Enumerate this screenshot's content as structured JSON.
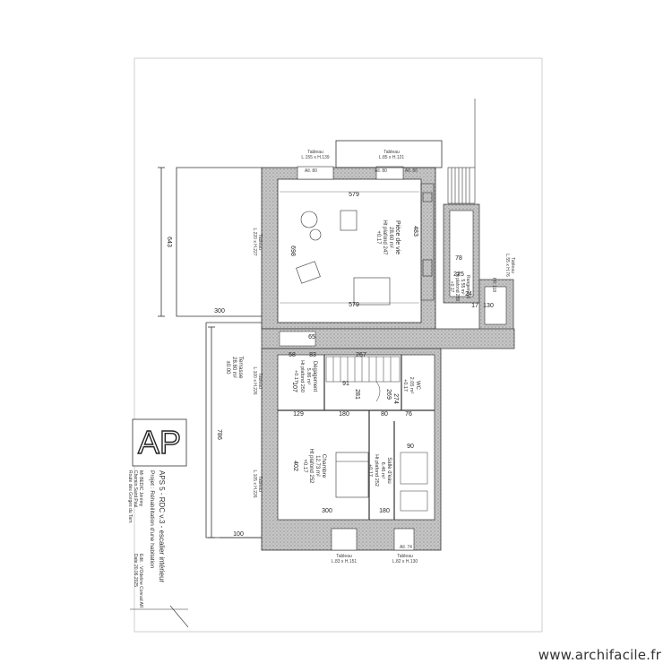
{
  "title_block": {
    "logo": "AP",
    "line1": "APS 5 - RDC v.3 - escalier intérieur",
    "line2": "Projet : Réhabilitation d'une habitation",
    "client1": "Mr BEDIC Jérémy",
    "client2": "Chemin Saint Paul",
    "client3": "Route des Gorges du Tarn",
    "edit": "Edit. : VOdeline Conrad AR",
    "date": "Date 20.06.2025"
  },
  "rooms": {
    "piece": [
      "Pièce de vie",
      "28.60 m²",
      "Ht plafond 247",
      "+0.17"
    ],
    "terrasse": [
      "Terrasse",
      "28.80 m²",
      "±0.00"
    ],
    "degagement": [
      "Dégagement",
      "5.86 m²",
      "Ht plafond 250",
      "+0.17"
    ],
    "wc": [
      "WC",
      "2.05 m²",
      "+0.17"
    ],
    "chambre": [
      "Chambre",
      "12.73 m²",
      "Ht plafond 252",
      "+0.17"
    ],
    "sde": [
      "Salle d'eau",
      "6.46 m²",
      "Ht plafond 252",
      "+0.17"
    ],
    "rangement": [
      "Rangement",
      "5.55 m²",
      "Ht plafond 280",
      "+0.17"
    ]
  },
  "windows": {
    "top1": [
      "Tableau",
      "L.155 x H.139"
    ],
    "top2": [
      "Tableau",
      "L.85 x H.121"
    ],
    "bottom1": [
      "Tableau",
      "L.83 x H.151"
    ],
    "bottom2": [
      "Tableau",
      "L.82 x H.130"
    ],
    "right": [
      "Tableau",
      "L.55 x H.76"
    ],
    "left1": [
      "Tableau",
      "L.220 x H.227"
    ],
    "left2": [
      "Tableau",
      "L.100 x H.226"
    ],
    "left3": [
      "Tableau",
      "L.105 x H.226"
    ],
    "alleges": [
      "All. 80",
      "All. 80",
      "All. 80",
      "All. 74",
      "FR 118"
    ]
  },
  "dimensions": {
    "d579a": "579",
    "d579b": "579",
    "d698": "698",
    "d483": "483",
    "d643": "643",
    "d300a": "300",
    "d786": "786",
    "d100": "100",
    "d65": "65",
    "d58": "58",
    "d83": "83",
    "d267": "267",
    "d107": "107",
    "d129": "129",
    "d180a": "180",
    "d80": "80",
    "d76": "76",
    "d402": "402",
    "d300b": "300",
    "d180b": "180",
    "d274": "274",
    "d90": "90",
    "d78": "78",
    "d225": "225",
    "d24": "24",
    "d17": "17",
    "d130": "130",
    "d281": "281",
    "d269": "269",
    "d91": "91"
  },
  "watermark": "www.archifacile.fr",
  "colors": {
    "wall_fill": "#bdbdbd",
    "line": "#333333",
    "paper": "#ffffff"
  }
}
